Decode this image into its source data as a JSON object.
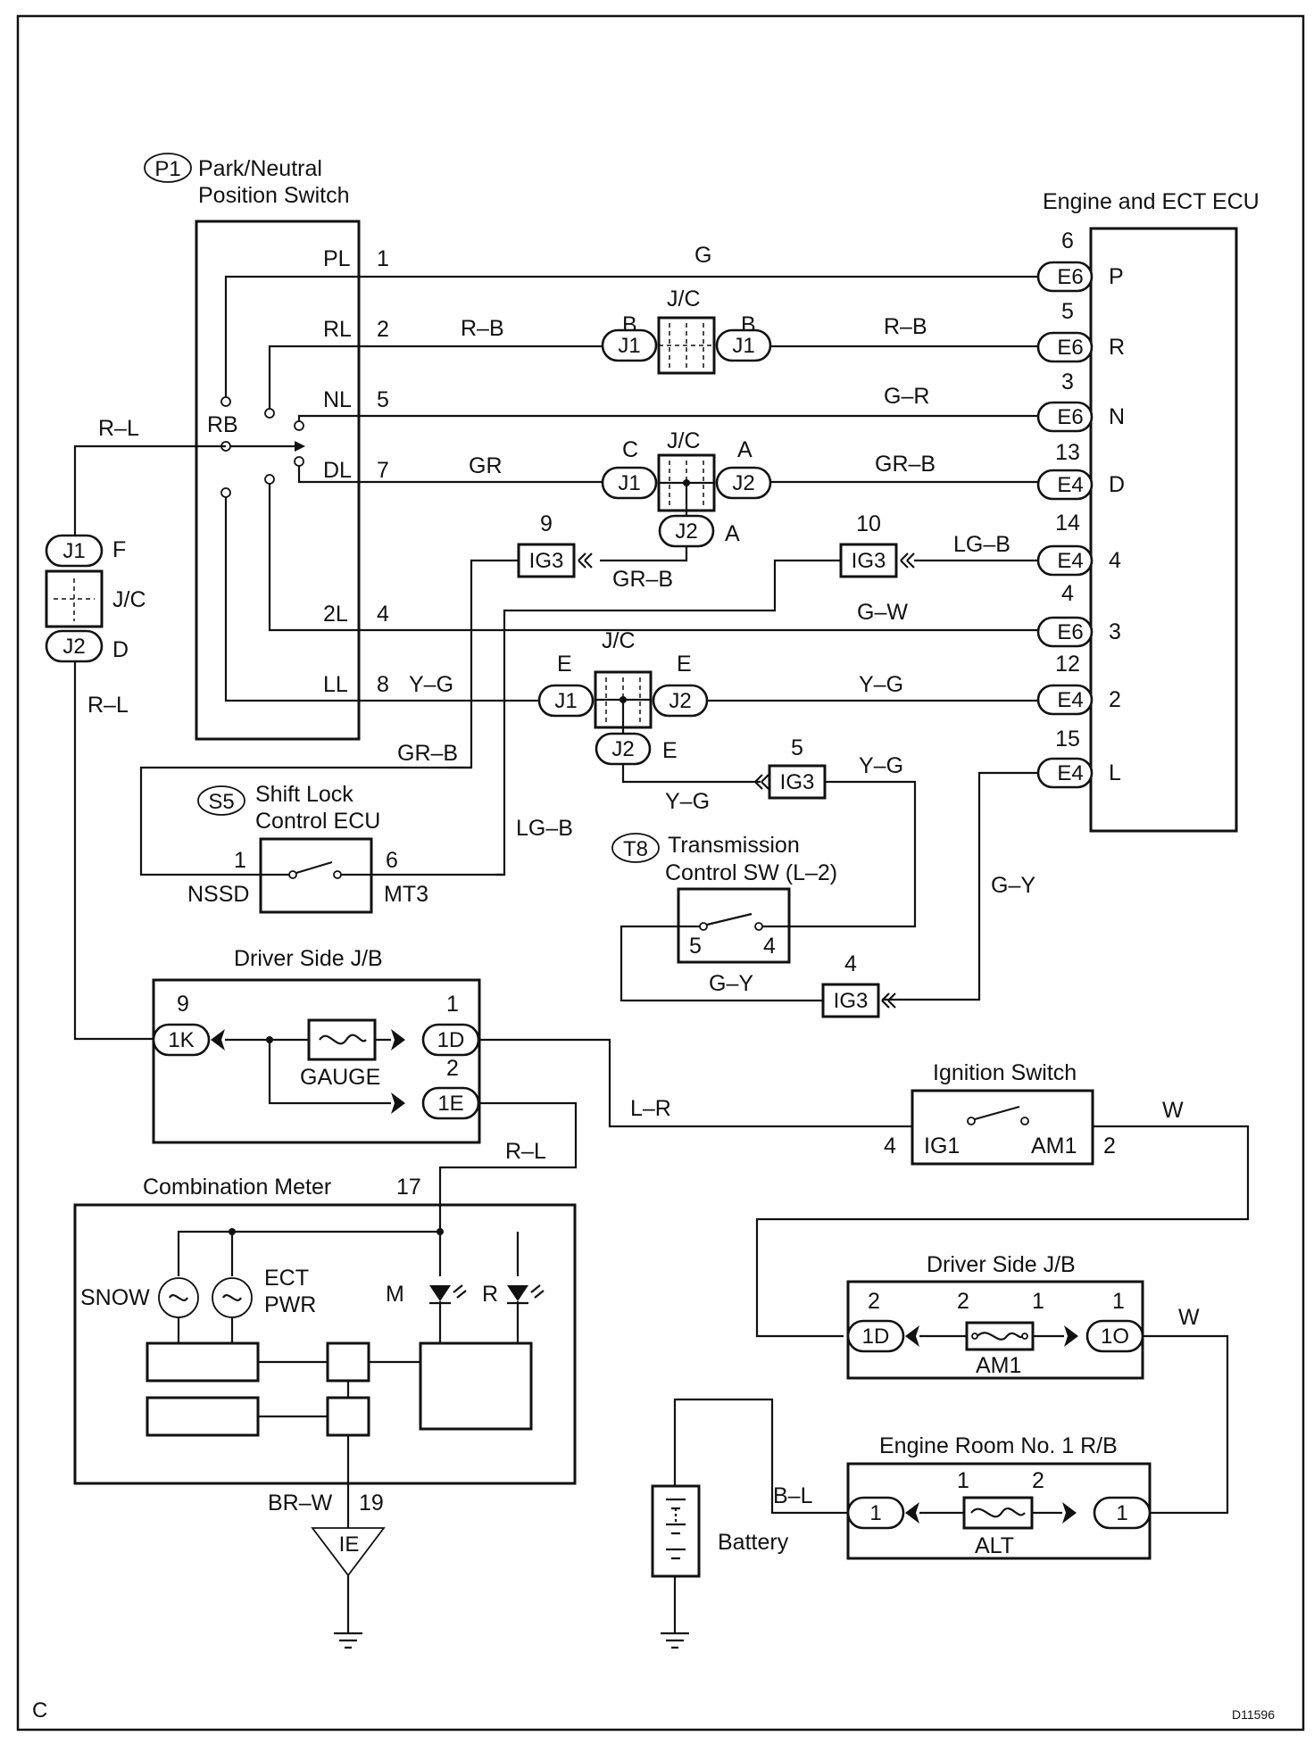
{
  "figure": {
    "corner_label": "C",
    "figure_id": "D11596"
  },
  "components": {
    "p1": {
      "code": "P1",
      "title_line1": "Park/Neutral",
      "title_line2": "Position Switch"
    },
    "ecu": {
      "title": "Engine and ECT ECU"
    },
    "s5": {
      "code": "S5",
      "title_line1": "Shift Lock",
      "title_line2": "Control ECU",
      "pin_left": "1",
      "pin_right": "6",
      "term_left": "NSSD",
      "term_right": "MT3"
    },
    "t8": {
      "code": "T8",
      "title_line1": "Transmission",
      "title_line2": "Control SW (L–2)",
      "pin_left": "5",
      "pin_right": "4"
    },
    "jb_driver_top": {
      "title": "Driver Side J/B",
      "fuse": "GAUGE",
      "pin_1k": "9",
      "conn_1k": "1K",
      "pin_1d": "1",
      "conn_1d": "1D",
      "pin_1e": "2",
      "conn_1e": "1E"
    },
    "ignition": {
      "title": "Ignition Switch",
      "term_left": "IG1",
      "term_right": "AM1",
      "pin_left": "4",
      "pin_right": "2"
    },
    "jb_driver_bottom": {
      "title": "Driver Side J/B",
      "fuse": "AM1",
      "pin_1d": "2",
      "conn_1d": "1D",
      "pin_fuse_left": "2",
      "pin_fuse_right": "1",
      "pin_1o": "1",
      "conn_1o": "1O"
    },
    "engine_room": {
      "title": "Engine Room No. 1 R/B",
      "fuse": "ALT",
      "pin_left": "1",
      "pin_right": "2",
      "conn_left": "1",
      "conn_right": "1"
    },
    "battery": {
      "label": "Battery"
    },
    "meter": {
      "title": "Combination Meter",
      "pin_top": "17",
      "pin_bottom": "19",
      "snow": "SNOW",
      "ect_line1": "ECT",
      "ect_line2": "PWR",
      "lamp_m": "M",
      "lamp_r": "R"
    },
    "ground": {
      "label": "IE"
    },
    "jc_left": {
      "top": "J1",
      "top_side": "F",
      "mid": "J/C",
      "bottom": "J2",
      "bottom_side": "D"
    }
  },
  "p1_terminals": [
    {
      "name": "PL",
      "pin": "1"
    },
    {
      "name": "RL",
      "pin": "2"
    },
    {
      "name": "NL",
      "pin": "5"
    },
    {
      "name": "DL",
      "pin": "7"
    },
    {
      "name": "2L",
      "pin": "4"
    },
    {
      "name": "LL",
      "pin": "8"
    }
  ],
  "p1_rb": "RB",
  "ecu_terminals": [
    {
      "conn": "E6",
      "pin": "6",
      "name": "P"
    },
    {
      "conn": "E6",
      "pin": "5",
      "name": "R"
    },
    {
      "conn": "E6",
      "pin": "3",
      "name": "N"
    },
    {
      "conn": "E4",
      "pin": "13",
      "name": "D"
    },
    {
      "conn": "E4",
      "pin": "14",
      "name": "4"
    },
    {
      "conn": "E6",
      "pin": "4",
      "name": "3"
    },
    {
      "conn": "E4",
      "pin": "12",
      "name": "2"
    },
    {
      "conn": "E4",
      "pin": "15",
      "name": "L"
    }
  ],
  "junctions": {
    "jc1": {
      "title": "J/C",
      "left": "J1",
      "right": "J1",
      "left_tag": "B",
      "right_tag": "B"
    },
    "jc2": {
      "title": "J/C",
      "left": "J1",
      "right": "J2",
      "bottom": "J2",
      "left_tag": "C",
      "right_tag": "A",
      "bottom_tag": "A"
    },
    "jc3": {
      "title": "J/C",
      "left": "J1",
      "right": "J2",
      "bottom": "J2",
      "left_tag": "E",
      "right_tag": "E",
      "bottom_tag": "E"
    }
  },
  "ig3_connectors": [
    {
      "label": "IG3",
      "pin": "9"
    },
    {
      "label": "IG3",
      "pin": "10"
    },
    {
      "label": "IG3",
      "pin": "5"
    },
    {
      "label": "IG3",
      "pin": "4"
    }
  ],
  "wires": {
    "pl_g": "G",
    "rl_rb_left": "R–B",
    "rl_rb_right": "R–B",
    "nl_gr": "G–R",
    "dl_gr": "GR",
    "dl_grb": "GR–B",
    "ig9_grb": "GR–B",
    "ig10_lgb": "LG–B",
    "l2_gw": "G–W",
    "ll_yg_left": "Y–G",
    "ll_yg_right": "Y–G",
    "rb_rl": "R–L",
    "jc_rl": "R–L",
    "s5_grb": "GR–B",
    "s5_lgb": "LG–B",
    "t8_yg_right": "Y–G",
    "t8_yg_bottom": "Y–G",
    "ecu_gy": "G–Y",
    "t8_gy": "G–Y",
    "ign_lr": "L–R",
    "ign_w": "W",
    "meter_rl": "R–L",
    "jb_w": "W",
    "batt_bl": "B–L",
    "ground_brw": "BR–W"
  }
}
